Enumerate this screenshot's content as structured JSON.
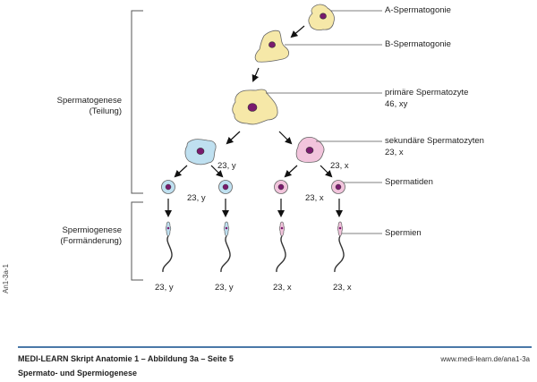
{
  "diagram": {
    "phases": [
      {
        "name": "Spermatogenese",
        "sub": "(Teilung)"
      },
      {
        "name": "Spermiogenese",
        "sub": "(Formänderung)"
      }
    ],
    "labels": {
      "a_spermatogonie": "A-Spermatogonie",
      "b_spermatogonie": "B-Spermatogonie",
      "primaere_spermatozyte": "primäre Spermatozyte",
      "primaere_karyotype": "46, xy",
      "sekundaere_spermatozyten": "sekundäre Spermatozyten",
      "sekundaere_karyotype": "23, x",
      "spermatiden": "Spermatiden",
      "spermien": "Spermien"
    },
    "karyotypes": {
      "secondary_left": "23, y",
      "secondary_right": "23, x",
      "spermatids_left": "23, y",
      "spermatids_right": "23, x",
      "sperm": [
        "23, y",
        "23, y",
        "23, x",
        "23, x"
      ]
    },
    "colors": {
      "spermatogonia_fill": "#f6e8a8",
      "y_line_fill": "#bfe0f0",
      "x_line_fill": "#f2c4dc",
      "nucleus": "#7a1a6e",
      "outline": "#555555",
      "footer_rule": "#4a78a8"
    }
  },
  "side_code": "An1-3a-1",
  "footer": {
    "title": "MEDI-LEARN Skript Anatomie 1 – Abbildung 3a – Seite 5",
    "subtitle": "Spermato- und Spermiogenese",
    "url": "www.medi-learn.de/ana1-3a"
  }
}
